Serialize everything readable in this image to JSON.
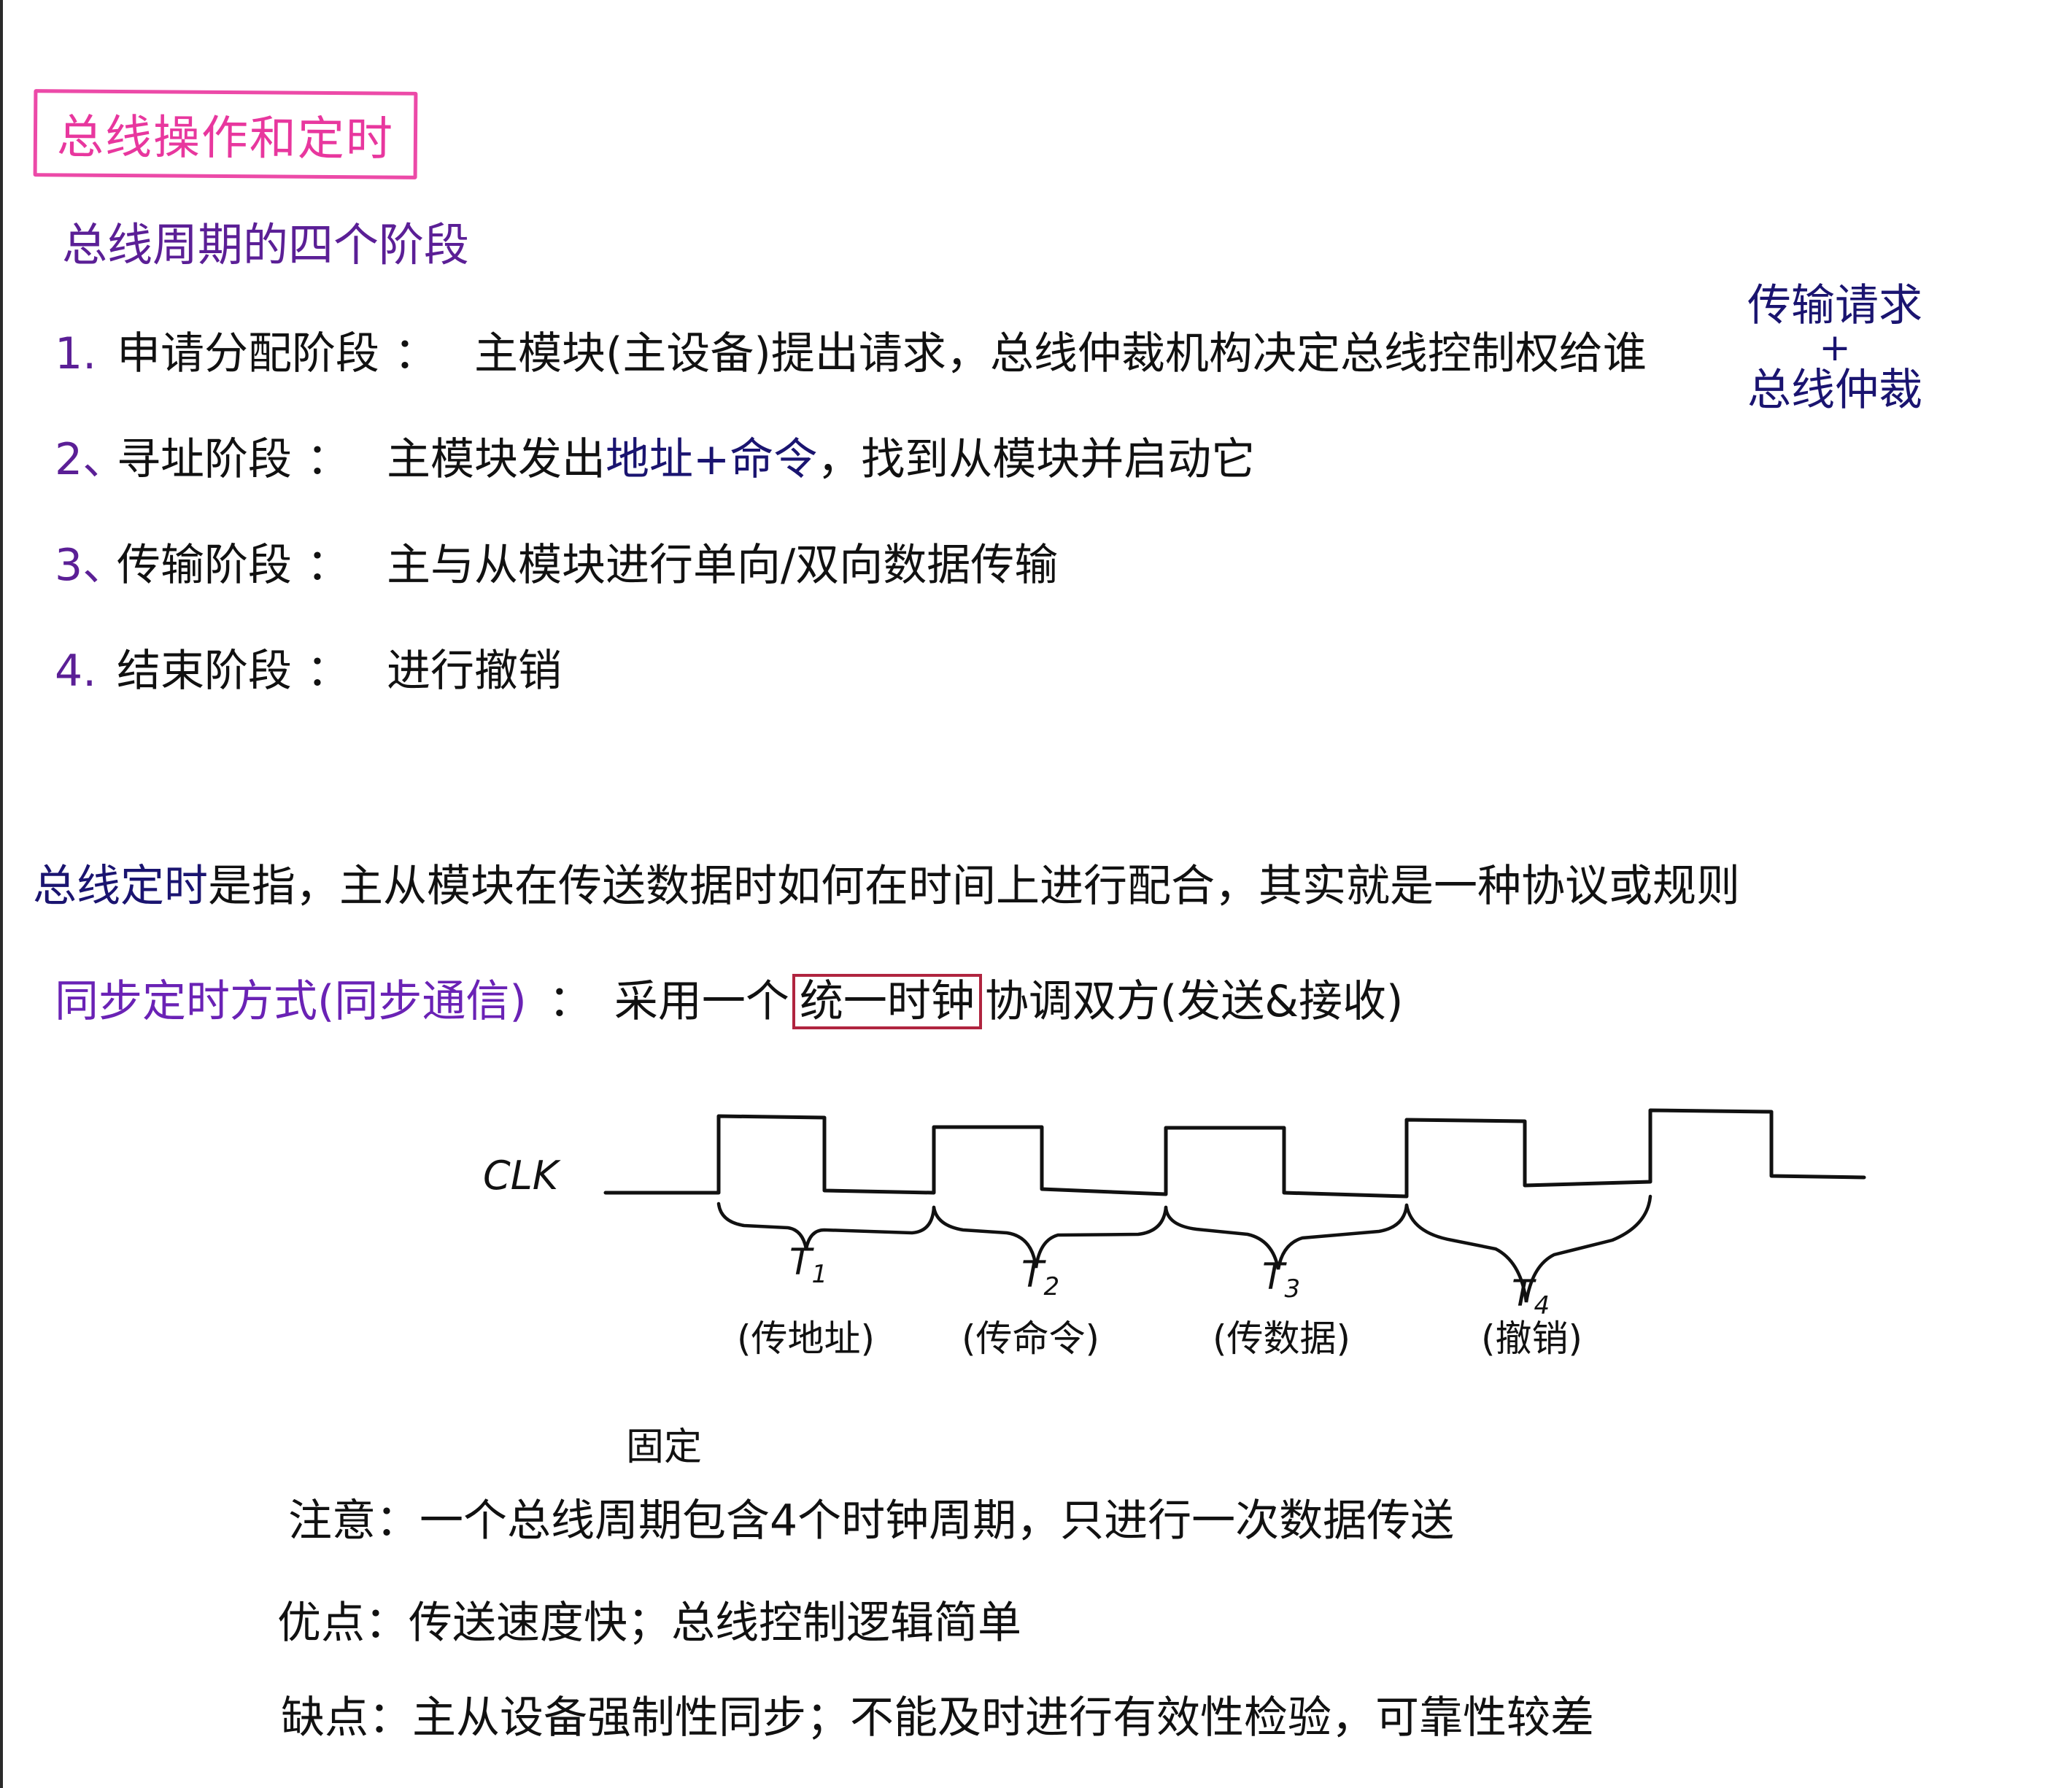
{
  "title": "总线操作和定时",
  "section1": {
    "heading": "总线周期的四个阶段",
    "steps": [
      {
        "num": "1.",
        "name": "申请分配阶段",
        "colon": "：",
        "text": "主模块(主设备)提出请求，总线仲裁机构决定总线控制权给谁",
        "highlight": ""
      },
      {
        "num": "2、",
        "name": "寻址阶段",
        "colon": "：",
        "text_before": "主模块发出",
        "highlight": "地址+命令",
        "text_after": "，找到从模块并启动它"
      },
      {
        "num": "3、",
        "name": "传输阶段",
        "colon": "：",
        "text": "主与从模块进行单向/双向数据传输"
      },
      {
        "num": "4.",
        "name": "结束阶段",
        "colon": "：",
        "text": "进行撤销"
      }
    ],
    "side_note": {
      "line1": "传输请求",
      "plus": "+",
      "line2": "总线仲裁"
    }
  },
  "section2": {
    "definition": {
      "term": "总线定时",
      "text": "是指，主从模块在传送数据时如何在时间上进行配合，其实就是一种协议或规则"
    },
    "sync": {
      "term": "同步定时方式(同步通信)",
      "colon": "：",
      "before": "采用一个",
      "boxed": "统一时钟",
      "after": "协调双方(发送&接收)"
    },
    "diagram": {
      "signal_label": "CLK",
      "periods": [
        {
          "label": "T",
          "sub": "1",
          "desc": "(传地址)"
        },
        {
          "label": "T",
          "sub": "2",
          "desc": "(传命令)"
        },
        {
          "label": "T",
          "sub": "3",
          "desc": "(传数据)"
        },
        {
          "label": "T",
          "sub": "4",
          "desc": "(撤销)"
        }
      ]
    },
    "annotation_fixed": "固定",
    "notes": [
      {
        "label": "注意：",
        "text": "一个总线周期包含4个时钟周期，只进行一次数据传送"
      },
      {
        "label": "优点：",
        "text": "传送速度快；总线控制逻辑简单"
      },
      {
        "label": "缺点：",
        "text": "主从设备强制性同步；不能及时进行有效性检验，可靠性较差"
      }
    ]
  },
  "colors": {
    "title_pink": "#e8379e",
    "heading_purple": "#5b1f96",
    "note_navy": "#1a1470",
    "box_red": "#b0243f",
    "ink": "#111111"
  }
}
